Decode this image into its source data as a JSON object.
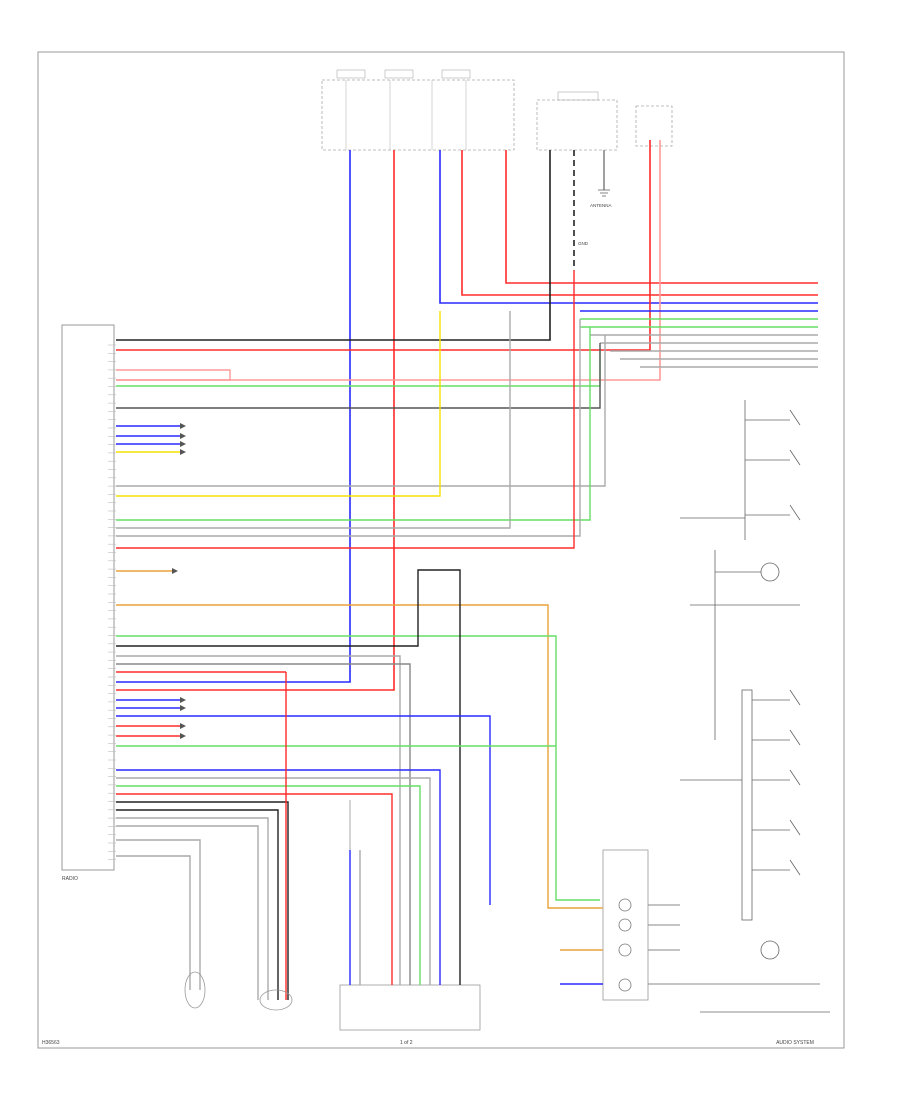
{
  "diagram": {
    "footer_left": "H36563",
    "footer_center": "1 of 2",
    "footer_right": "AUDIO SYSTEM",
    "unit_label": "RADIO",
    "label_antenna": "ANTENNA",
    "label_gnd": "GND"
  },
  "colors": {
    "red": "#ff2b2b",
    "blue": "#2a2aff",
    "green": "#66dd66",
    "yellow": "#f2e200",
    "orange": "#e8a23a",
    "black": "#222222",
    "gray": "#aaaaaa",
    "violet": "#aa55ff",
    "pink": "#ff9999"
  }
}
